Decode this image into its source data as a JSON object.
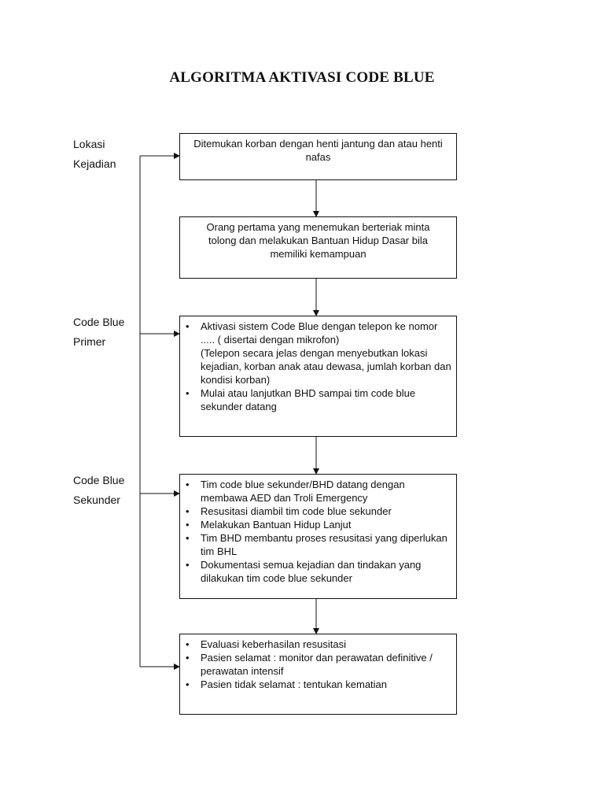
{
  "title": "ALGORITMA AKTIVASI CODE BLUE",
  "side_labels": [
    "Lokasi",
    "Kejadian",
    "Code Blue",
    "Primer",
    "Code Blue",
    "Sekunder"
  ],
  "boxes": [
    {
      "text": "Ditemukan korban dengan henti jantung dan atau henti nafas"
    },
    {
      "text": "Orang pertama yang menemukan berteriak minta tolong dan melakukan Bantuan Hidup Dasar bila memiliki kemampuan"
    },
    {
      "bullets": [
        {
          "text": "Aktivasi sistem Code Blue dengan telepon ke nomor ..... ( disertai dengan mikrofon)",
          "sub": "(Telepon secara jelas dengan menyebutkan lokasi kejadian, korban anak atau dewasa, jumlah korban dan kondisi korban)"
        },
        {
          "text": "Mulai atau lanjutkan BHD sampai tim code blue sekunder datang"
        }
      ]
    },
    {
      "bullets": [
        {
          "text": "Tim code blue sekunder/BHD datang dengan membawa AED dan Troli Emergency"
        },
        {
          "text": "Resusitasi diambil tim code blue sekunder"
        },
        {
          "text": "Melakukan Bantuan Hidup Lanjut"
        },
        {
          "text": "Tim BHD membantu proses resusitasi yang diperlukan tim BHL"
        },
        {
          "text": "Dokumentasi semua kejadian dan tindakan yang dilakukan tim code blue sekunder"
        }
      ]
    },
    {
      "bullets": [
        {
          "text": "Evaluasi keberhasilan resusitasi"
        },
        {
          "text": "Pasien selamat : monitor dan perawatan definitive / perawatan intensif"
        },
        {
          "text": "Pasien tidak selamat : tentukan kematian"
        }
      ]
    }
  ],
  "colors": {
    "line": "#111111",
    "background": "#ffffff"
  }
}
